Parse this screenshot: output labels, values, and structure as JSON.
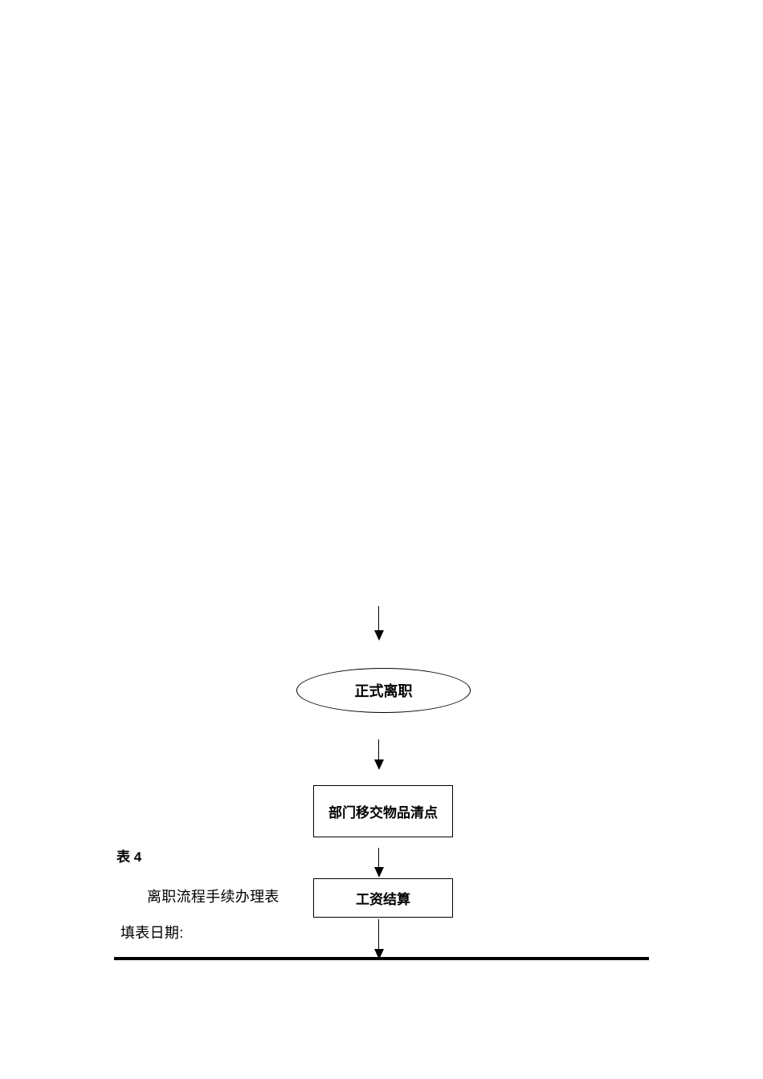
{
  "colors": {
    "background": "#ffffff",
    "ink": "#000000"
  },
  "flowchart": {
    "nodes": [
      {
        "type": "ellipse",
        "label": "正式离职"
      },
      {
        "type": "rect",
        "label": "部门移交物品清点"
      },
      {
        "type": "rect",
        "label": "工资结算"
      }
    ],
    "connector_count": 4
  },
  "document": {
    "table_number": "表 4",
    "form_title": "离职流程手续办理表",
    "fill_date_label": "填表日期:"
  }
}
